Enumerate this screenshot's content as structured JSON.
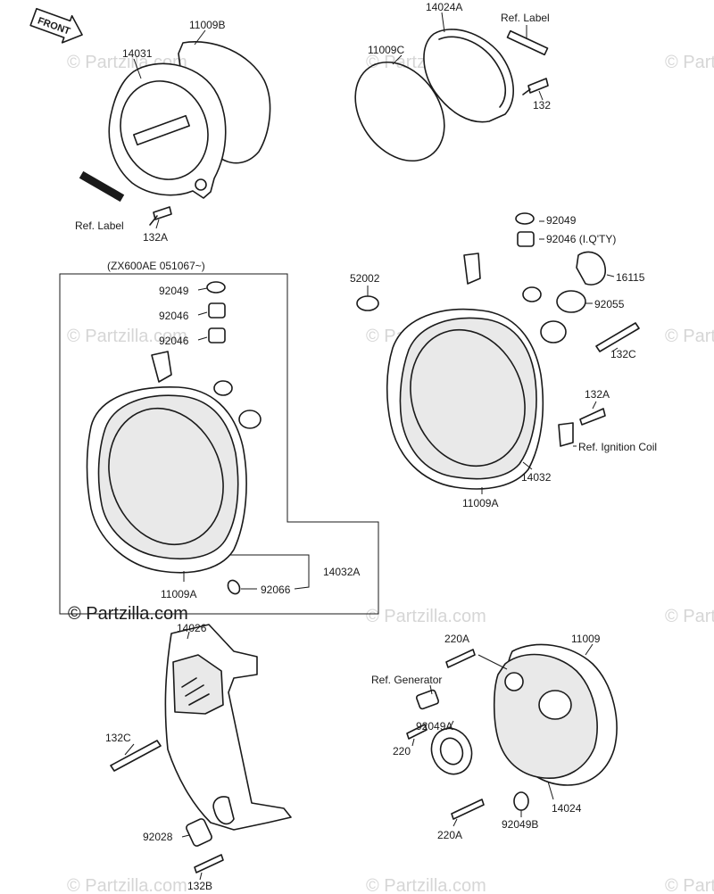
{
  "watermarks": {
    "text": "© Partzilla.com",
    "main": "© Partzilla.com"
  },
  "front_arrow": {
    "label": "FRONT"
  },
  "inset_note": "(ZX600AE 051067~)",
  "labels": {
    "p14031": "14031",
    "p11009B": "11009B",
    "p14024A": "14024A",
    "refLabel1": "Ref. Label",
    "p11009C": "11009C",
    "p132_top": "132",
    "refLabel2": "Ref. Label",
    "p132A_top": "132A",
    "p92049_r": "92049",
    "p92046_r": "92046 (I.Q'TY)",
    "p16115": "16115",
    "p52002": "52002",
    "p92055": "92055",
    "p132C_r": "132C",
    "p132A_r": "132A",
    "refIgnition": "Ref. Ignition Coil",
    "p14032": "14032",
    "p11009A_r": "11009A",
    "p92049_l": "92049",
    "p92046_l1": "92046",
    "p92046_l2": "92046",
    "p14032A": "14032A",
    "p92066": "92066",
    "p11009A_l": "11009A",
    "p14026": "14026",
    "p132C_b": "132C",
    "p92028": "92028",
    "p132B": "132B",
    "p220A_t": "220A",
    "p11009": "11009",
    "refGenerator": "Ref. Generator",
    "p220": "220",
    "p92049A": "92049A",
    "p14024": "14024",
    "p220A_b": "220A",
    "p92049B": "92049B"
  }
}
